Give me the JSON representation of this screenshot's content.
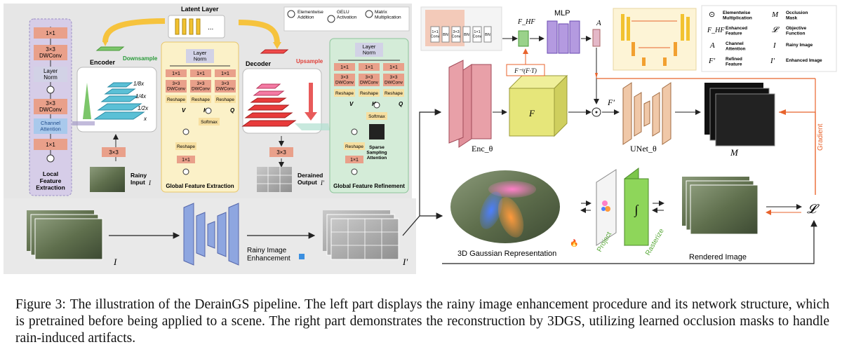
{
  "figure": {
    "local_block": {
      "items": [
        "1×1",
        "3×3\nDWConv",
        "Layer\nNorm",
        "3×3\nDWConv",
        "Channel\nAttention",
        "1×1"
      ],
      "title": "Local\nFeature\nExtraction"
    },
    "encoder": {
      "label": "Encoder",
      "scales": [
        "1/8x",
        "1/4x",
        "1/2x",
        "x"
      ],
      "conv": "3×3",
      "downsample": "Downsample",
      "input_label": "Rainy\nInput",
      "input_symbol": "I"
    },
    "latent": {
      "label": "Latent Layer",
      "dots": "..."
    },
    "global_extraction": {
      "title": "Global Feature Extraction",
      "layer_norm": "Layer\nNorm",
      "conv1": "1×1",
      "dwconv": "3×3\nDWConv",
      "reshape": "Reshape",
      "v": "V",
      "k": "K",
      "q": "Q",
      "softmax": "Softmax"
    },
    "decoder": {
      "label": "Decoder",
      "upsample": "Upsample",
      "conv": "3×3",
      "output_label": "Derained\nOutput",
      "output_symbol": "I′"
    },
    "global_refinement": {
      "title": "Global Feature Refinement",
      "sparse": "Sparse\nSampling\nAttention"
    },
    "legend_left": {
      "add": "Elementwise\nAddition",
      "gelu": "GELU\nActivation",
      "matmul": "Matrix\nMultiplication"
    },
    "bottom_left": {
      "input_symbol": "I",
      "enhancement_label": "Rainy Image\nEnhancement",
      "output_symbol": "I′"
    },
    "right": {
      "conv_stack": [
        "1×1\nConv",
        "BN",
        "3×3\nConv",
        "BN",
        "1×1\nConv",
        "BN"
      ],
      "f_hf": "F_HF",
      "mlp": "MLP",
      "a": "A",
      "fft": "F⁻¹(F·T)",
      "f": "F",
      "f_prime": "F′",
      "enc": "Enc_θ",
      "unet": "UNet_θ",
      "m": "M",
      "gradient": "Gradient",
      "loss": "𝓛",
      "gs_label": "3D Gaussian Representation",
      "project": "Project",
      "rasterize": "Rasterize",
      "rendered_label": "Rendered Image"
    },
    "legend_right": {
      "items": [
        {
          "sym": "⊙",
          "text": "Elementwise\nMultiplication"
        },
        {
          "sym": "M",
          "text": "Occlusion\nMask"
        },
        {
          "sym": "F_HF",
          "text": "Enhanced\nFeature"
        },
        {
          "sym": "𝓛",
          "text": "Objective\nFunction"
        },
        {
          "sym": "A",
          "text": "Channel\nAttention"
        },
        {
          "sym": "I",
          "text": "Rainy Image"
        },
        {
          "sym": "F′",
          "text": "Refined\nFeature"
        },
        {
          "sym": "I′",
          "text": "Enhanced Image"
        }
      ]
    }
  },
  "caption": {
    "label": "Figure 3:",
    "text": "The illustration of the DerainGS pipeline. The left part displays the rainy image enhancement procedure and its network structure, which is pretrained before being applied to a scene. The right part demonstrates the reconstruction by 3DGS, utilizing learned occlusion masks to handle rain-induced artifacts."
  }
}
